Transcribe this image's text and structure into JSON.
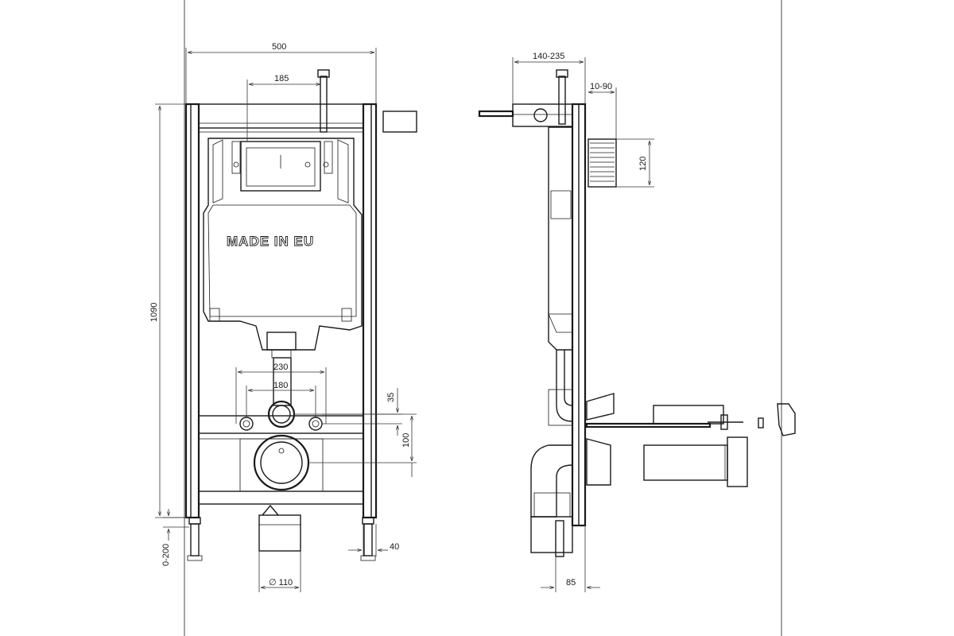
{
  "front_view": {
    "label": "MADE IN EU",
    "dim_width": "500",
    "dim_pipe_offset": "185",
    "dim_height": "1090",
    "dim_stud_outer": "230",
    "dim_stud_inner": "180",
    "dim_35": "35",
    "dim_100": "100",
    "dim_foot": "0-200",
    "dim_40": "40",
    "dim_drain": "∅ 110"
  },
  "side_view": {
    "dim_depth": "140-235",
    "dim_button": "10-90",
    "dim_120": "120",
    "dim_85": "85"
  }
}
